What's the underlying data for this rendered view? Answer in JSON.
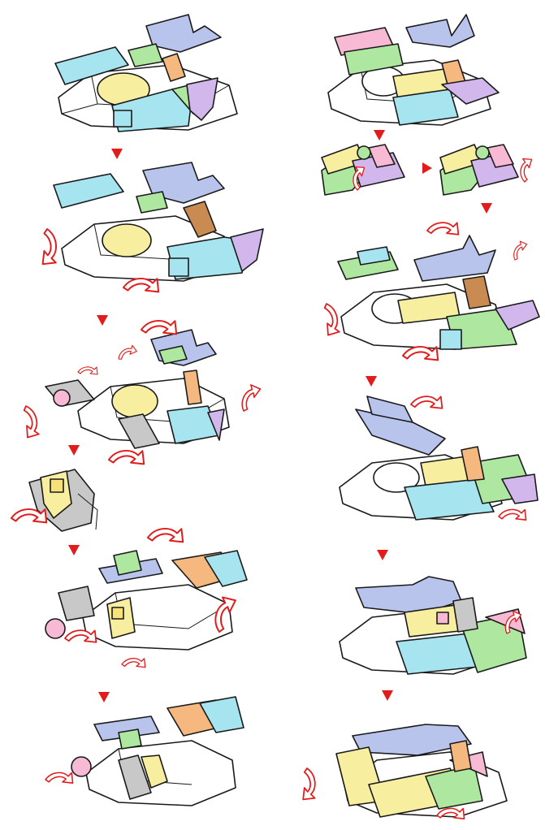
{
  "colors": {
    "white": "#ffffff",
    "yellow": "#f7eea0",
    "cyan": "#a6e4ef",
    "blue": "#b9c4ec",
    "green": "#aee8a0",
    "orange": "#f5b980",
    "purple": "#d2b7ec",
    "pink": "#f7b9d3",
    "grey": "#c8c8c8",
    "brown": "#c98b52",
    "arrow": "#e21b1b",
    "outline": "#1a1a1a"
  },
  "left_column": {
    "steps": [
      {
        "id": "L1",
        "kind": "vehicle-mode",
        "palette": [
          "white",
          "yellow",
          "cyan",
          "blue",
          "green",
          "orange",
          "purple"
        ]
      },
      {
        "id": "L2",
        "kind": "separation",
        "rotation_arrows": 2
      },
      {
        "id": "L3",
        "kind": "unfold-legs",
        "rotation_arrows": 6
      },
      {
        "id": "L4",
        "kind": "detail-inset",
        "rotation_arrows": 1
      },
      {
        "id": "L5",
        "kind": "rotate-arms",
        "rotation_arrows": 4
      },
      {
        "id": "L6",
        "kind": "robot-mode",
        "rotation_arrows": 1
      }
    ],
    "step_markers": 5
  },
  "right_column": {
    "steps": [
      {
        "id": "R1",
        "kind": "vehicle-mode-back",
        "palette": [
          "white",
          "yellow",
          "green",
          "blue",
          "cyan",
          "purple",
          "pink"
        ]
      },
      {
        "id": "R2",
        "kind": "detail-pair",
        "rotation_arrows": 2
      },
      {
        "id": "R3",
        "kind": "separation",
        "rotation_arrows": 4
      },
      {
        "id": "R4",
        "kind": "wing-fold",
        "rotation_arrows": 2
      },
      {
        "id": "R5",
        "kind": "leg-extend",
        "rotation_arrows": 1
      },
      {
        "id": "R6",
        "kind": "final-mode",
        "rotation_arrows": 2
      }
    ],
    "step_markers": 5
  }
}
